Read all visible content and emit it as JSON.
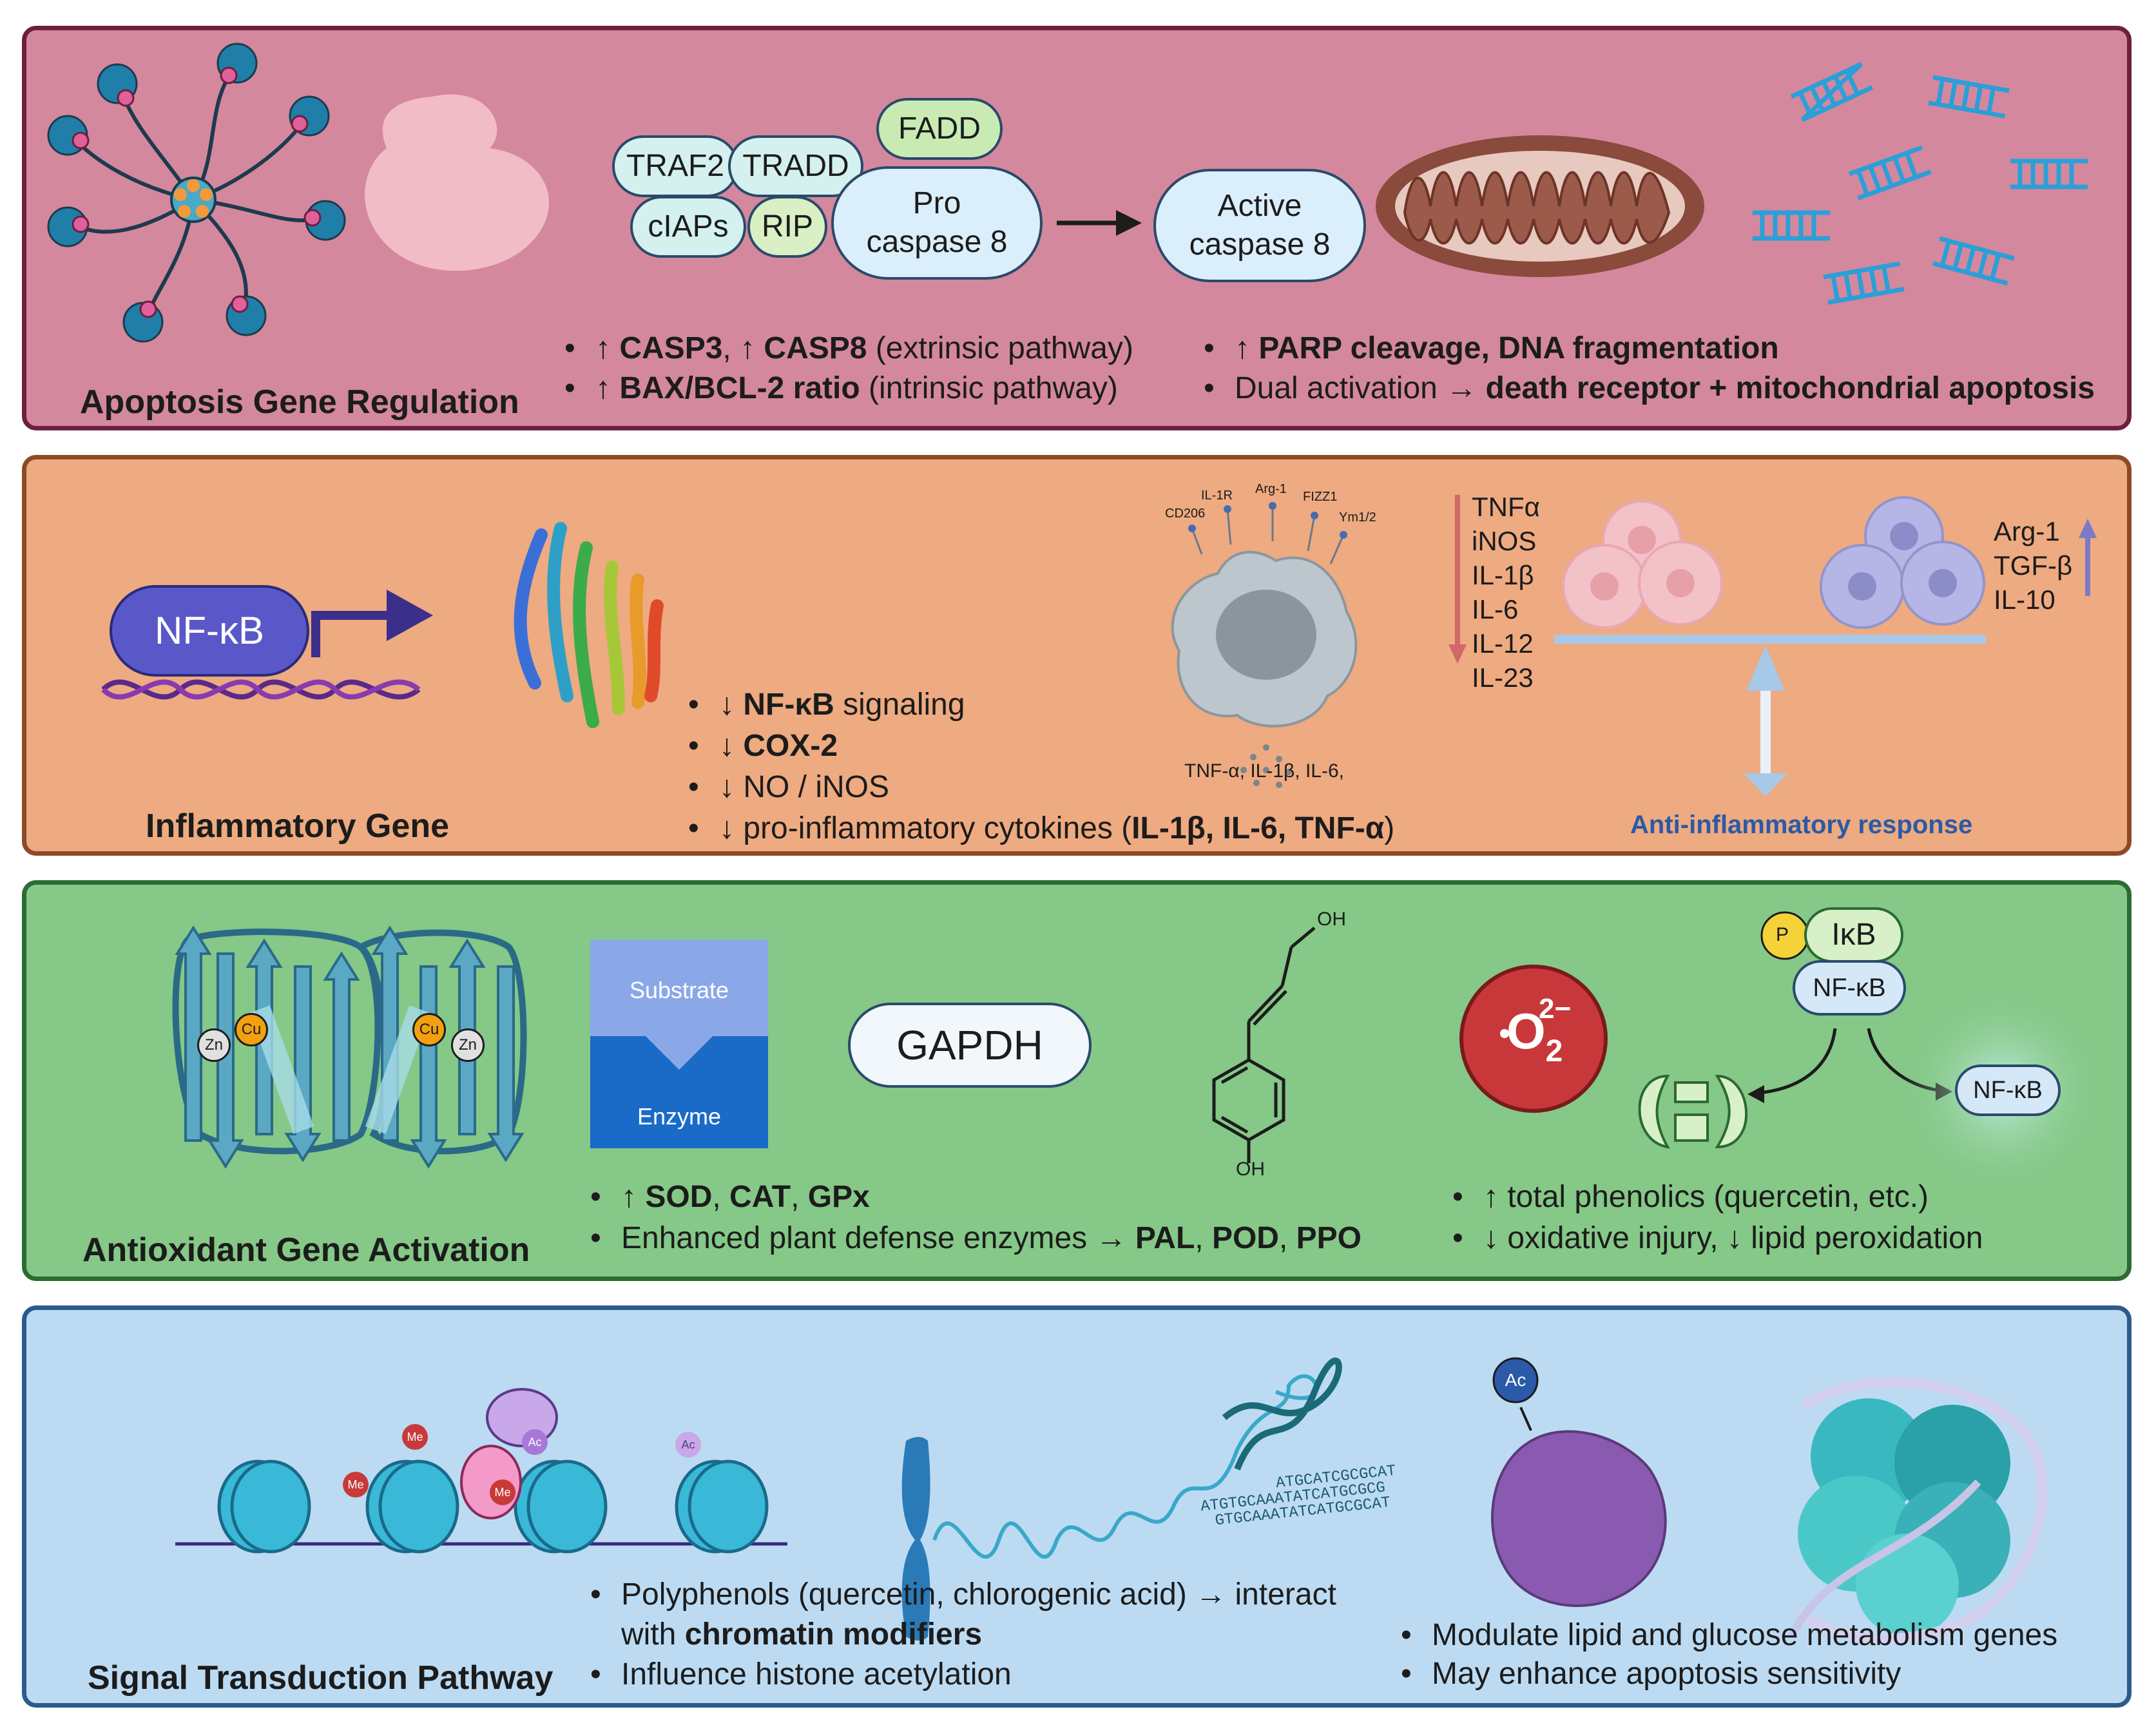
{
  "panels": {
    "apoptosis": {
      "title": "Apoptosis Gene Regulation",
      "proteins": {
        "traf2": "TRAF2",
        "tradd": "TRADD",
        "fadd": "FADD",
        "ciaps": "cIAPs",
        "rip": "RIP",
        "procaspase": "Pro caspase 8",
        "active_caspase": "Active caspase 8"
      },
      "bullets": [
        {
          "prefix": "↑ ",
          "b1": "CASP3",
          "mid": ", ↑ ",
          "b2": "CASP8",
          "tail": " (extrinsic pathway)"
        },
        {
          "prefix": "↑ ",
          "b1": "BAX/BCL-2 ratio",
          "tail": " (intrinsic pathway)"
        }
      ],
      "bullets_right": [
        {
          "prefix": "↑ ",
          "b1": "PARP cleavage, DNA fragmentation"
        },
        {
          "prefix": "Dual activation → ",
          "b1": "death receptor + mitochondrial apoptosis"
        }
      ]
    },
    "inflammatory": {
      "title": "Inflammatory Gene",
      "nfkb_label": "NF-κB",
      "receptors": [
        "CD206",
        "IL-1R",
        "Arg-1",
        "FIZZ1",
        "Ym1/2"
      ],
      "secreted": "TNF-α, IL-1β, IL-6,",
      "down_list": [
        "TNFα",
        "iNOS",
        "IL-1β",
        "IL-6",
        "IL-12",
        "IL-23"
      ],
      "up_list": [
        "Arg-1",
        "TGF-β",
        "IL-10"
      ],
      "balance_label": "Anti-inflammatory response",
      "bullets": [
        {
          "prefix": "↓ ",
          "b1": "NF-κB",
          "tail": " signaling"
        },
        {
          "prefix": "↓ ",
          "b1": "COX-2"
        },
        {
          "prefix": "↓ NO / iNOS"
        },
        {
          "prefix": "↓ pro-inflammatory cytokines (",
          "b1": "IL-1β, IL-6, TNF-α",
          "tail": ")"
        }
      ]
    },
    "antioxidant": {
      "title": "Antioxidant Gene Activation",
      "metals": {
        "zn": "Zn",
        "cu": "Cu"
      },
      "substrate": "Substrate",
      "enzyme": "Enzyme",
      "gapdh": "GAPDH",
      "oh_top": "OH",
      "oh_bottom": "OH",
      "superoxide": {
        "o": "O",
        "sub": "2",
        "sup": "2−"
      },
      "p_label": "P",
      "ikb": "IκB",
      "nfkb": "NF-κB",
      "nfkb_free": "NF-κB",
      "bullets": [
        {
          "prefix": "↑ ",
          "b1": "SOD",
          "mid": ", ",
          "b2": "CAT",
          "mid2": ", ",
          "b3": "GPx"
        },
        {
          "prefix": "Enhanced plant defense enzymes → ",
          "b1": "PAL",
          "mid": ", ",
          "b2": "POD",
          "mid2": ", ",
          "b3": "PPO"
        }
      ],
      "bullets_right": [
        {
          "prefix": "↑ total phenolics (quercetin, etc.)"
        },
        {
          "prefix": "↓ oxidative injury, ↓ lipid peroxidation"
        }
      ]
    },
    "signal": {
      "title": "Signal Transduction Pathway",
      "marks": {
        "me": "Me",
        "ac": "Ac"
      },
      "dna_text": [
        "ATGCATCGCGCAT",
        "ATGTGCAAATATCATGCGCG",
        "GTGCAAATATCATGCGCAT"
      ],
      "bullets": [
        {
          "prefix": "Polyphenols (quercetin, chlorogenic acid) → interact"
        },
        {
          "prefix": "with ",
          "b1": "chromatin modifiers"
        },
        {
          "prefix": "Influence histone acetylation"
        }
      ],
      "bullets_right": [
        {
          "prefix": "Modulate lipid and glucose metabolism genes"
        },
        {
          "prefix": "May enhance apoptosis sensitivity"
        }
      ]
    }
  },
  "colors": {
    "apoptosis_bg": "#d4889d",
    "inflammatory_bg": "#eeaa80",
    "antioxidant_bg": "#85c887",
    "signal_bg": "#bcdbf3"
  }
}
